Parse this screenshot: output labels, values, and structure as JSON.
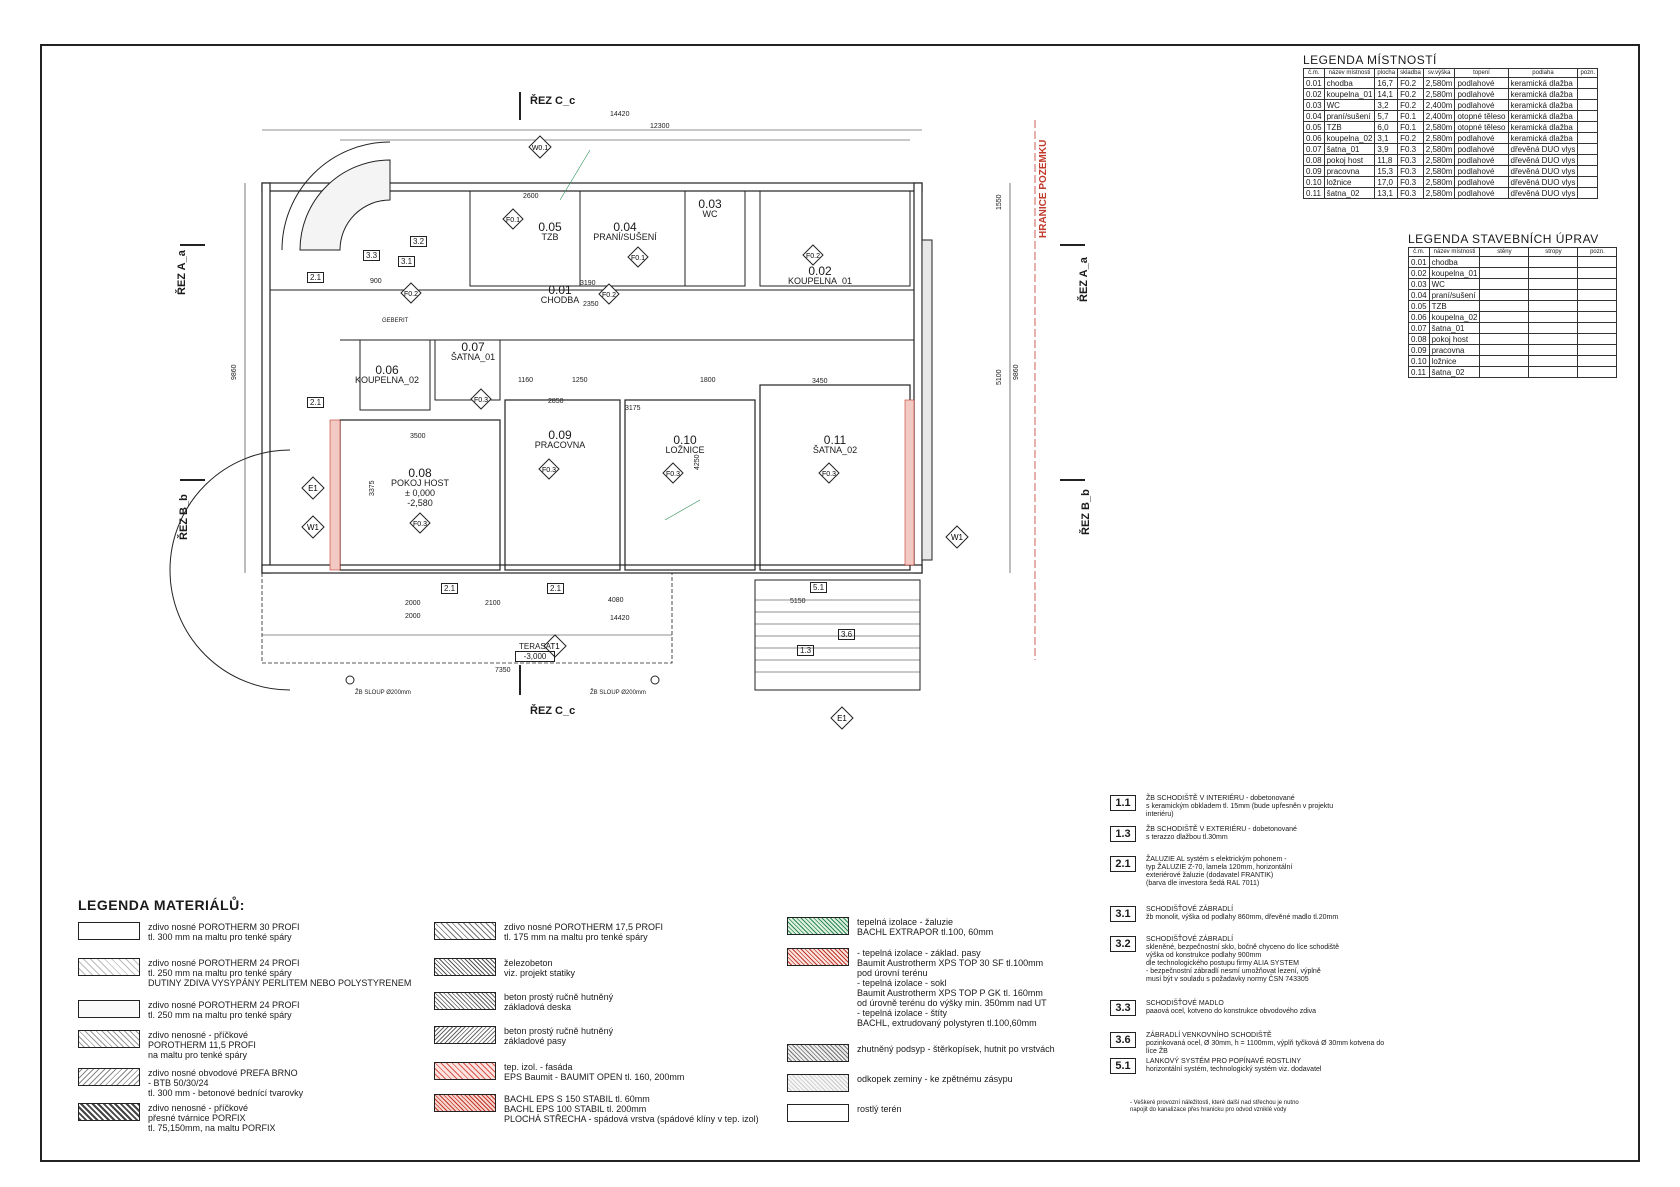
{
  "room_legend": {
    "title": "LEGENDA  MÍSTNOSTÍ",
    "headers": [
      "č.m.",
      "název místnosti",
      "plocha",
      "skladba",
      "sv.výška",
      "topení",
      "podlaha",
      "pozn."
    ],
    "rows": [
      [
        "0.01",
        "chodba",
        "16,7",
        "F0.2",
        "2,580m",
        "podlahové",
        "keramická dlažba",
        ""
      ],
      [
        "0.02",
        "koupelna_01",
        "14,1",
        "F0.2",
        "2,580m",
        "podlahové",
        "keramická dlažba",
        ""
      ],
      [
        "0.03",
        "WC",
        "3,2",
        "F0.2",
        "2,400m",
        "podlahové",
        "keramická dlažba",
        ""
      ],
      [
        "0.04",
        "praní/sušení",
        "5,7",
        "F0.1",
        "2,400m",
        "otopné těleso",
        "keramická dlažba",
        ""
      ],
      [
        "0.05",
        "TZB",
        "6,0",
        "F0.1",
        "2,580m",
        "otopné těleso",
        "keramická dlažba",
        ""
      ],
      [
        "0.06",
        "koupelna_02",
        "3,1",
        "F0.2",
        "2,580m",
        "podlahové",
        "keramická dlažba",
        ""
      ],
      [
        "0.07",
        "šatna_01",
        "3,9",
        "F0.3",
        "2,580m",
        "podlahové",
        "dřevěná DUO vlys",
        ""
      ],
      [
        "0.08",
        "pokoj host",
        "11,8",
        "F0.3",
        "2,580m",
        "podlahové",
        "dřevěná DUO vlys",
        ""
      ],
      [
        "0.09",
        "pracovna",
        "15,3",
        "F0.3",
        "2,580m",
        "podlahové",
        "dřevěná DUO vlys",
        ""
      ],
      [
        "0.10",
        "ložnice",
        "17,0",
        "F0.3",
        "2,580m",
        "podlahové",
        "dřevěná DUO vlys",
        ""
      ],
      [
        "0.11",
        "šatna_02",
        "13,1",
        "F0.3",
        "2,580m",
        "podlahové",
        "dřevěná DUO vlys",
        ""
      ]
    ]
  },
  "build_legend": {
    "title": "LEGENDA  STAVEBNÍCH  ÚPRAV",
    "headers": [
      "č.m.",
      "název místnosti",
      "stěny",
      "stropy",
      "pozn."
    ],
    "rows": [
      [
        "0.01",
        "chodba"
      ],
      [
        "0.02",
        "koupelna_01"
      ],
      [
        "0.03",
        "WC"
      ],
      [
        "0.04",
        "praní/sušení"
      ],
      [
        "0.05",
        "TZB"
      ],
      [
        "0.06",
        "koupelna_02"
      ],
      [
        "0.07",
        "šatna_01"
      ],
      [
        "0.08",
        "pokoj host"
      ],
      [
        "0.09",
        "pracovna"
      ],
      [
        "0.10",
        "ložnice"
      ],
      [
        "0.11",
        "šatna_02"
      ]
    ]
  },
  "plan": {
    "cuts": {
      "c_top": "ŘEZ C_c",
      "c_bottom": "ŘEZ C_c",
      "a_left": "ŘEZ A_a",
      "a_right": "ŘEZ A_a",
      "b_left": "ŘEZ B_b",
      "b_right": "ŘEZ B_b"
    },
    "boundary": "HRANICE POZEMKU",
    "rooms": [
      {
        "num": "0.01",
        "name": "CHODBA"
      },
      {
        "num": "0.02",
        "name": "KOUPELNA_01"
      },
      {
        "num": "0.03",
        "name": "WC"
      },
      {
        "num": "0.04",
        "name": "PRANÍ/SUŠENÍ"
      },
      {
        "num": "0.05",
        "name": "TZB"
      },
      {
        "num": "0.06",
        "name": "KOUPELNA_02"
      },
      {
        "num": "0.07",
        "name": "ŠATNA_01"
      },
      {
        "num": "0.08",
        "name": "POKOJ HOST",
        "extra": "± 0,000",
        "level": "-2,580"
      },
      {
        "num": "0.09",
        "name": "PRACOVNA"
      },
      {
        "num": "0.10",
        "name": "LOŽNICE"
      },
      {
        "num": "0.11",
        "name": "ŠATNA_02"
      }
    ],
    "tags": {
      "f01": "F0.1",
      "f02": "F0.2",
      "f03": "F0.3",
      "e1": "E1",
      "w1": "W1",
      "t1": "T1",
      "w01": "W0.1",
      "n21": "2.1",
      "n31": "3.1",
      "n32": "3.2",
      "n33": "3.3",
      "n36": "3.6",
      "n13": "1.3",
      "n51": "5.1"
    },
    "dims": {
      "top_total": "14420",
      "top_inner": "12300",
      "bottom_total": "14420",
      "bottom_mid": "4080",
      "bottom_a": "2000",
      "bottom_b": "2100",
      "bottom_c": "2000",
      "left_total": "9860",
      "right_total": "9860",
      "stair_w": "5150",
      "terrace": "TERASA",
      "terrace_level": "-3,000",
      "terrace_dim": "7350",
      "d_3175": "3175",
      "d_3500": "3500",
      "d_3450": "3450",
      "d_2850": "2850",
      "d_1250": "1250",
      "d_1800": "1800",
      "d_1160": "1160",
      "d_2600": "2600",
      "d_3190": "3190",
      "d_2350": "2350",
      "d_4250": "4250",
      "d_3375": "3375",
      "d_5100": "5100",
      "d_1550": "1550",
      "d_900": "900"
    },
    "notes_plan": {
      "pillar_left": "ŽB SLOUP Ø200mm",
      "pillar_right": "ŽB SLOUP Ø200mm",
      "gebert": "GEBERIT"
    }
  },
  "material_legend": {
    "title": "LEGENDA MATERIÁLŮ:",
    "items": [
      "zdivo nosné POROTHERM 30 PROFI\ntl. 300 mm na maltu pro tenké spáry",
      "zdivo nosné POROTHERM 24 PROFI\ntl. 250 mm na maltu pro tenké spáry\nDUTINY ZDIVA VYSYPÁNY PERLITEM NEBO POLYSTYRENEM",
      "zdivo nosné POROTHERM 24 PROFI\ntl. 250 mm na maltu pro tenké spáry",
      "zdivo nenosné - příčkové\nPOROTHERM 11,5 PROFI\nna maltu pro tenké spáry",
      "zdivo nosné obvodové PREFA BRNO\n- BTB 50/30/24\ntl. 300 mm - betonové bednící tvarovky",
      "zdivo nenosné - příčkové\npřesné tvárnice PORFIX\ntl. 75,150mm, na maltu PORFIX",
      "zdivo nosné POROTHERM 17,5 PROFI\ntl. 175 mm na maltu pro tenké spáry",
      "železobeton\nviz. projekt statiky",
      "beton prostý ručně hutněný\nzákladová deska",
      "beton prostý ručně hutněný\nzákladové pasy",
      "tep. izol. - fasáda\nEPS Baumit - BAUMIT OPEN tl. 160, 200mm",
      "BACHL EPS S 150 STABIL tl. 60mm\nBACHL EPS 100 STABIL tl. 200mm\nPLOCHÁ STŘECHA - spádová vrstva (spádové klíny v tep. izol)",
      "tepelná izolace - žaluzie\nBACHL EXTRAPOR tl.100, 60mm",
      "- tepelná izolace - základ. pasy\nBaumit Austrotherm XPS TOP 30 SF tl.100mm\npod úrovní terénu\n- tepelná izolace - sokl\nBaumit Austrotherm XPS TOP P GK tl. 160mm\nod úrovně terénu do výšky min. 350mm nad UT\n- tepelná izolace - štíty\nBACHL, extrudovaný polystyren tl.100,60mm",
      "zhutněný podsyp - štěrkopísek, hutnit po vrstvách",
      "odkopek zeminy - ke zpětnému zásypu",
      "rostlý terén"
    ]
  },
  "notes": [
    {
      "tag": "1.1",
      "text": "ŽB SCHODIŠTĚ V INTERIÉRU - dobetonované\ns keramickým obkladem tl. 15mm (bude upřesněn v projektu\ninteriéru)"
    },
    {
      "tag": "1.3",
      "text": "ŽB SCHODIŠTĚ V EXTERIÉRU - dobetonované\ns terazzo dlažbou tl.30mm"
    },
    {
      "tag": "2.1",
      "text": "ŽALUZIE AL systém s elektrickým pohonem -\ntyp ŽALUZIE Z-70, lamela 120mm, horizontální\nexteriérové žaluzie (dodavatel FRANTIK)\n(barva dle investora šedá RAL 7011)"
    },
    {
      "tag": "3.1",
      "text": "SCHODIŠŤOVÉ ZÁBRADLÍ\nžb monolit, výška od podlahy 860mm, dřevěné madlo tl.20mm"
    },
    {
      "tag": "3.2",
      "text": "SCHODIŠŤOVÉ ZÁBRADLÍ\nskleněné, bezpečnostní sklo, bočně chyceno do líce schodiště\nvýška od konstrukce podlahy 900mm\ndle technologického postupu firmy ALIA SYSTEM\n- bezpečnostní zábradlí nesmí umožňovat lezení, výplně\nmusí být v souladu s požadavky normy ČSN 743305"
    },
    {
      "tag": "3.3",
      "text": "SCHODIŠŤOVÉ MADLO\npaaová ocel, kotveno do konstrukce obvodového zdiva"
    },
    {
      "tag": "3.6",
      "text": "ZÁBRADLÍ VENKOVNÍHO SCHODIŠTĚ\npozinkovaná ocel, Ø 30mm, h = 1100mm, výplň tyčková Ø 30mm kotvena do líce ŽB"
    },
    {
      "tag": "5.1",
      "text": "LANKOVÝ SYSTÉM PRO POPÍNAVÉ ROSTLINY\nhorizontální systém, technologický systém viz. dodavatel"
    }
  ],
  "footnote": "- Veškeré provozní náležitosti, které další nad střechou je nutno\nnapojit do kanalizace přes hranicku pro odvod vzniklé vody"
}
